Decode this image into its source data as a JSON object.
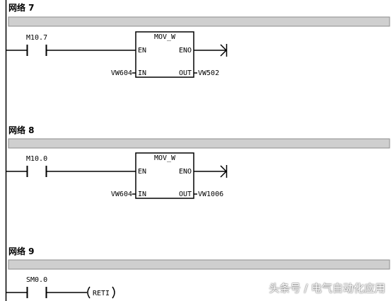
{
  "networks": [
    {
      "title": "网络 7",
      "contact": "M10.7",
      "block": {
        "name": "MOV_W",
        "en": "EN",
        "eno": "ENO",
        "in_pin": "IN",
        "out_pin": "OUT",
        "in": "VW604",
        "out": "VW502"
      }
    },
    {
      "title": "网络 8",
      "contact": "M10.0",
      "block": {
        "name": "MOV_W",
        "en": "EN",
        "eno": "ENO",
        "in_pin": "IN",
        "out_pin": "OUT",
        "in": "VW604",
        "out": "VW1006"
      }
    },
    {
      "title": "网络 9",
      "contact": "SM0.0",
      "coil": "RETI"
    }
  ],
  "watermark": "头条号 / 电气自动化应用"
}
